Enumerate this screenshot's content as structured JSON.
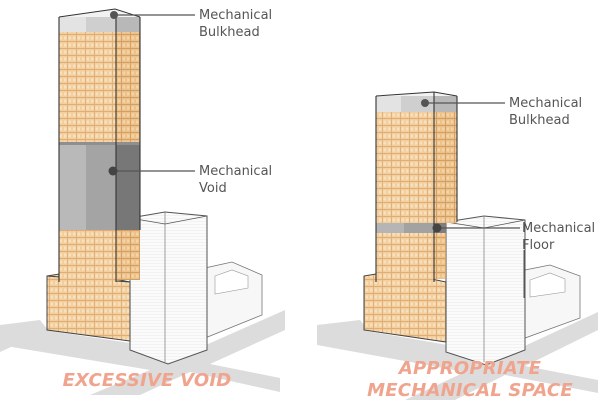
{
  "diagram": {
    "panels": [
      {
        "id": "left",
        "caption": "EXCESSIVE VOID",
        "callouts": [
          {
            "line1": "Mechanical",
            "line2": "Bulkhead"
          },
          {
            "line1": "Mechanical",
            "line2": "Void"
          }
        ]
      },
      {
        "id": "right",
        "caption_line1": "APPROPRIATE",
        "caption_line2": "MECHANICAL SPACE",
        "callouts": [
          {
            "line1": "Mechanical",
            "line2": "Bulkhead"
          },
          {
            "line1": "Mechanical",
            "line2": "Floor"
          }
        ]
      }
    ],
    "colors": {
      "facade": "#f3cf9f",
      "facade_grid": "#e0b27a",
      "mechanical_void": "#9a9a9a",
      "mechanical_void_dark": "#6f6f6f",
      "bulkhead": "#d8d8d8",
      "street": "#dcdcdc",
      "caption": "#f0a48e",
      "callout_line": "#555555"
    }
  }
}
